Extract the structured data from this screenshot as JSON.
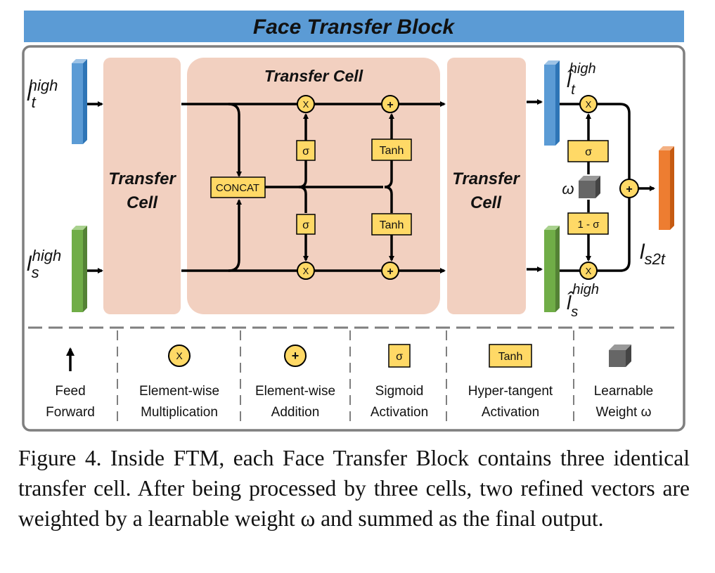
{
  "title": "Face Transfer Block",
  "cells": {
    "left_label_1": "Transfer",
    "left_label_2": "Cell",
    "center_title": "Transfer Cell",
    "right_label_1": "Transfer",
    "right_label_2": "Cell"
  },
  "ops": {
    "mult": "X",
    "add": "+",
    "sigma": "σ",
    "tanh": "Tanh",
    "concat": "CONCAT",
    "one_minus_sigma": "1 - σ",
    "omega": "ω"
  },
  "vars": {
    "lt_base": "l",
    "lt_sub": "t",
    "lt_sup": "high",
    "ls_base": "l",
    "ls_sub": "s",
    "ls_sup": "high",
    "lt_hat_base": "l̂",
    "lt_hat_sub": "t",
    "lt_hat_sup": "high",
    "ls_hat_base": "l̂",
    "ls_hat_sub": "s",
    "ls_hat_sup": "high",
    "out_base": "l",
    "out_sub": "s2t"
  },
  "legend": [
    {
      "line1": "Feed",
      "line2": "Forward"
    },
    {
      "symbol": "X",
      "line1": "Element-wise",
      "line2": "Multiplication"
    },
    {
      "symbol": "+",
      "line1": "Element-wise",
      "line2": "Addition"
    },
    {
      "symbol": "σ",
      "line1": "Sigmoid",
      "line2": "Activation"
    },
    {
      "symbol": "Tanh",
      "line1": "Hyper-tangent",
      "line2": "Activation"
    },
    {
      "line1": "Learnable",
      "line2": "Weight ω"
    }
  ],
  "caption": "Figure 4. Inside FTM, each Face Transfer Block contains three identical transfer cell. After being processed by three cells, two refined vectors are weighted by a learnable weight ω and summed as the final output.",
  "colors": {
    "title_bar": "#5b9bd5",
    "cell_fill": "#f2d0c0",
    "op_fill": "#ffd966",
    "blue_vec": "#5b9bd5",
    "green_vec": "#70ad47",
    "orange_vec": "#ed7d31",
    "frame": "#7f7f7f"
  }
}
